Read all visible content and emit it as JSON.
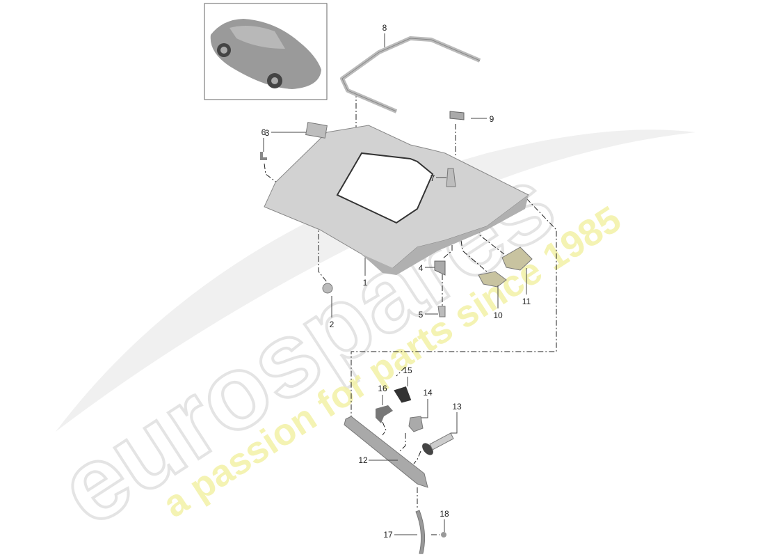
{
  "watermark": {
    "brand": "eurospares",
    "tagline": "a passion for parts since 1985"
  },
  "callouts": [
    {
      "id": "1",
      "text": "1"
    },
    {
      "id": "2",
      "text": "2"
    },
    {
      "id": "3",
      "text": "3"
    },
    {
      "id": "4",
      "text": "4"
    },
    {
      "id": "5",
      "text": "5"
    },
    {
      "id": "6",
      "text": "6"
    },
    {
      "id": "7",
      "text": "7"
    },
    {
      "id": "8",
      "text": "8"
    },
    {
      "id": "9",
      "text": "9"
    },
    {
      "id": "10",
      "text": "10"
    },
    {
      "id": "11",
      "text": "11"
    },
    {
      "id": "12",
      "text": "12"
    },
    {
      "id": "13",
      "text": "13"
    },
    {
      "id": "14",
      "text": "14"
    },
    {
      "id": "15",
      "text": "15"
    },
    {
      "id": "16",
      "text": "16"
    },
    {
      "id": "17",
      "text": "17"
    },
    {
      "id": "18",
      "text": "18"
    }
  ],
  "colors": {
    "part": "#c9c9c9",
    "part_dark": "#8a8a8a",
    "line": "#222222",
    "watermark_grey": "#e6e6e6",
    "watermark_yellow": "#f2f0a0"
  }
}
